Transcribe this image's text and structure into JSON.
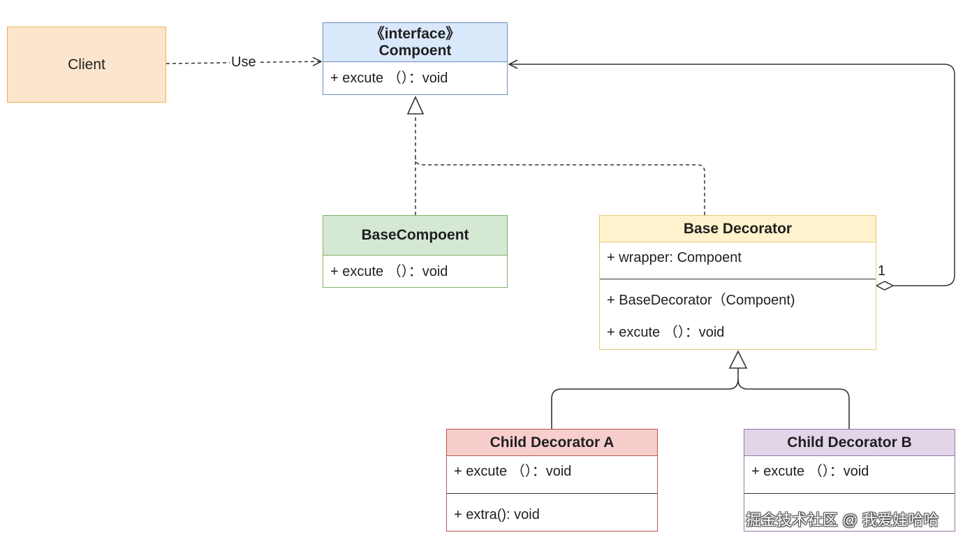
{
  "client": {
    "label": "Client"
  },
  "component": {
    "stereotype": "《interface》",
    "name": "Compoent",
    "methods": [
      "+ excute （）：void"
    ]
  },
  "base_component": {
    "name": "BaseCompoent",
    "methods": [
      "+ excute （）：void"
    ]
  },
  "base_decorator": {
    "name": "Base Decorator",
    "fields": [
      "+ wrapper: Compoent"
    ],
    "methods": [
      "+ BaseDecorator（Compoent)",
      "+ excute （）：void"
    ]
  },
  "child_a": {
    "name": "Child Decorator A",
    "methods": [
      "+ excute （）：void"
    ],
    "extra_methods": [
      "+ extra(): void"
    ]
  },
  "child_b": {
    "name": "Child Decorator B",
    "methods": [
      "+ excute （）：void"
    ]
  },
  "edges": {
    "use_label": "Use",
    "aggregation_multiplicity": "1"
  },
  "watermark": "掘金技术社区 @ 我爱娃哈哈",
  "colors": {
    "client_fill": "#fce5cd",
    "client_border": "#e6b656",
    "interface_fill": "#dae8fc",
    "interface_border": "#6c8ebf",
    "base_component_fill": "#d5e8d4",
    "base_component_border": "#82b366",
    "decorator_fill": "#fff2cc",
    "decorator_border": "#e6c976",
    "child_a_fill": "#f8cecc",
    "child_a_border": "#b85450",
    "child_b_fill": "#e1d5e7",
    "child_b_border": "#9673a6",
    "line": "#333333"
  }
}
